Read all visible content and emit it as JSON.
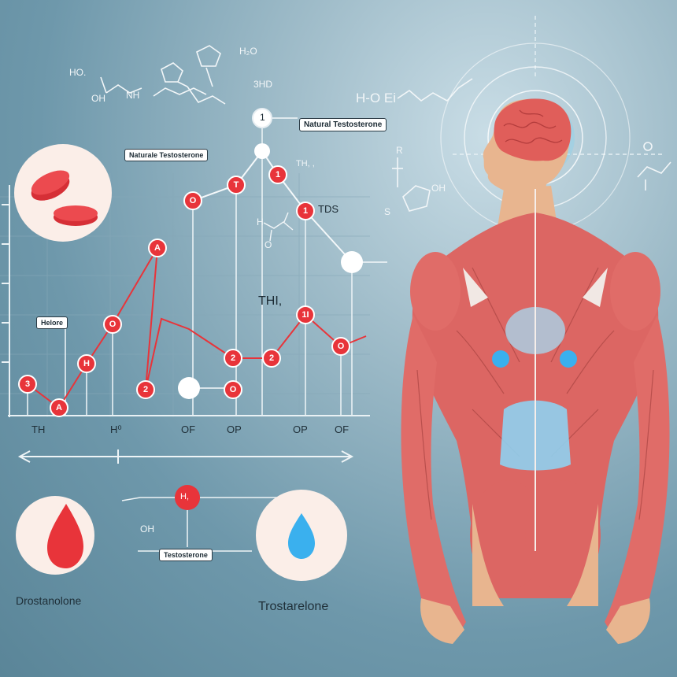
{
  "labels": {
    "natural_testosterone_top": "Natural Testosterone",
    "natural_testosterone_left": "Naturale Testosterone",
    "placebo_tag": "Helore",
    "testosterone_tag": "Testosterone",
    "drostanolone": "Drostanolone",
    "trostarelone": "Trostarelone",
    "oh_label": "OH",
    "oh_label_2": "OH",
    "thi_label": "THI,",
    "tdis_label": "TDS",
    "th_label_mid": "TH, ,"
  },
  "chemistry": {
    "ho": "HO.",
    "h2o": "H₂O",
    "oh": "OH",
    "nh": "NH",
    "three_hd": "3HD",
    "ho_ei": "H-O  Ei",
    "r": "R",
    "s": "S",
    "h": "H",
    "o": "O"
  },
  "chart_data": {
    "type": "line",
    "x_tick_labels": [
      "TH",
      "H⁰",
      "OF",
      "OP",
      "OP",
      "OF"
    ],
    "series": [
      {
        "color": "#e8343a",
        "point_labels": [
          "3",
          "A",
          "H",
          "O",
          "A",
          "2",
          "2",
          "2",
          "1I",
          "O",
          "O",
          "T",
          "1",
          "1",
          "O"
        ]
      }
    ]
  },
  "colors": {
    "accent_red": "#e8343a",
    "accent_blue": "#3ab0ee",
    "muscle": "#d9605c",
    "skin": "#e8b58f"
  }
}
